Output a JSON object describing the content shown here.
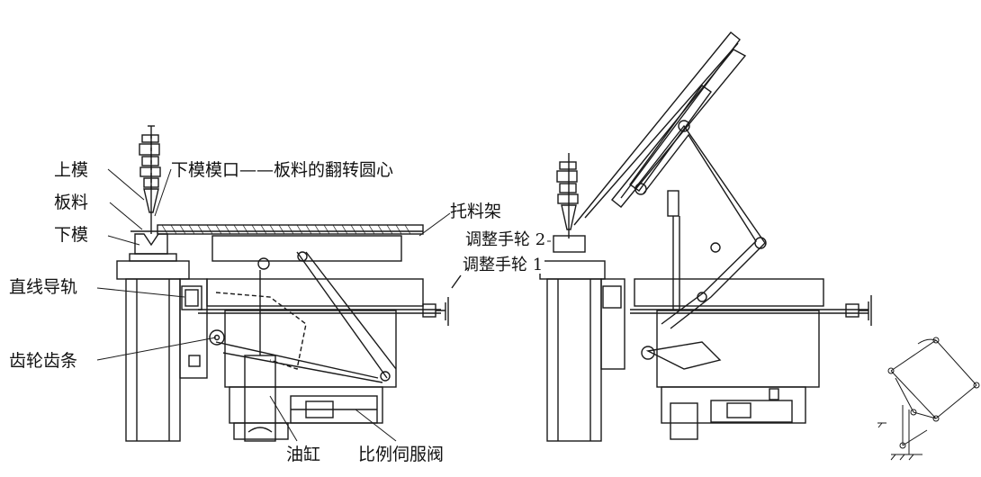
{
  "labels": {
    "upper_die": "上模",
    "sheet": "板料",
    "lower_die": "下模",
    "die_mouth": "下模模口——板料的翻转圆心",
    "support_frame": "托料架",
    "linear_guide": "直线导轨",
    "gear_rack": "齿轮齿条",
    "cylinder": "油缸",
    "servo_valve": "比例伺服阀",
    "handwheel_2": "调整手轮 2",
    "handwheel_1": "调整手轮 1"
  },
  "colors": {
    "line": "#1a1a1a",
    "background": "#ffffff"
  }
}
